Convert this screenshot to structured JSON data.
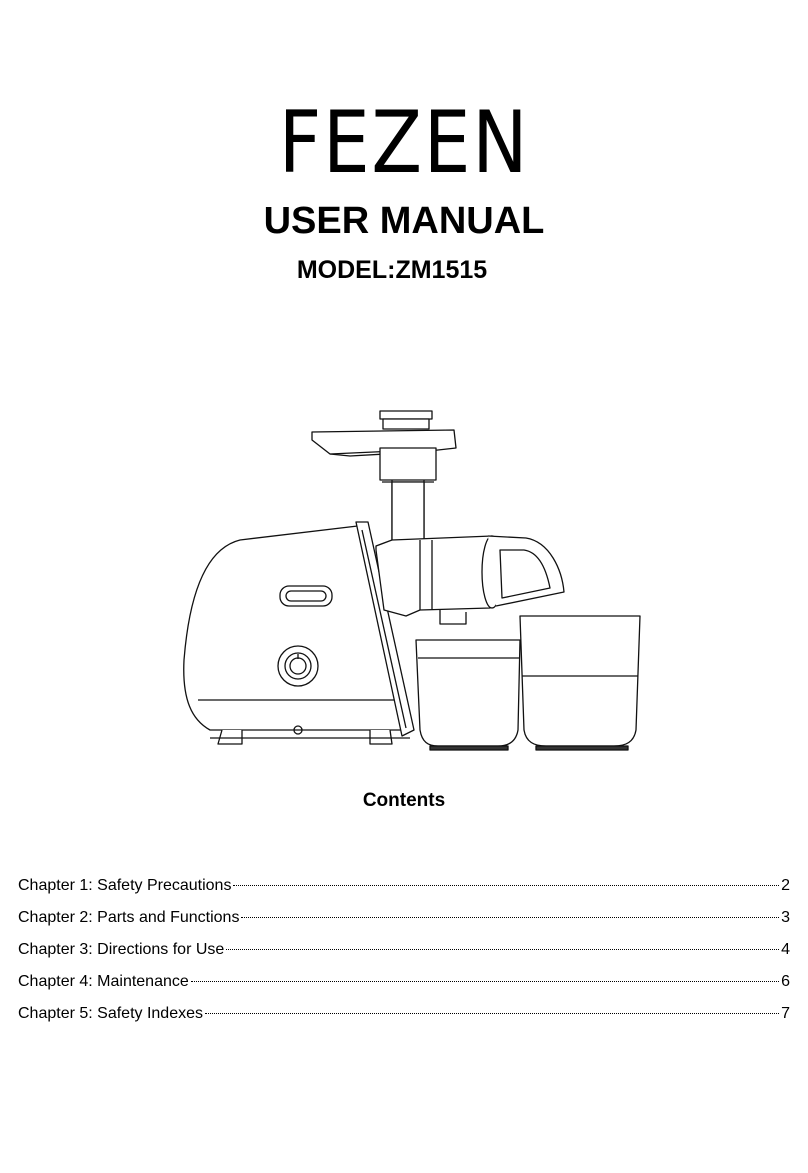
{
  "brand": "FEZEN",
  "document_title": "USER MANUAL",
  "model": "MODEL:ZM1515",
  "illustration": {
    "subject": "slow-juicer-icon"
  },
  "contents": {
    "title": "Contents",
    "entries": [
      {
        "label": "Chapter 1: Safety Precautions",
        "page": "2"
      },
      {
        "label": "Chapter 2: Parts and Functions",
        "page": "3"
      },
      {
        "label": "Chapter 3: Directions for Use",
        "page": "4"
      },
      {
        "label": "Chapter 4: Maintenance",
        "page": "6"
      },
      {
        "label": "Chapter 5: Safety Indexes",
        "page": "7"
      }
    ]
  }
}
